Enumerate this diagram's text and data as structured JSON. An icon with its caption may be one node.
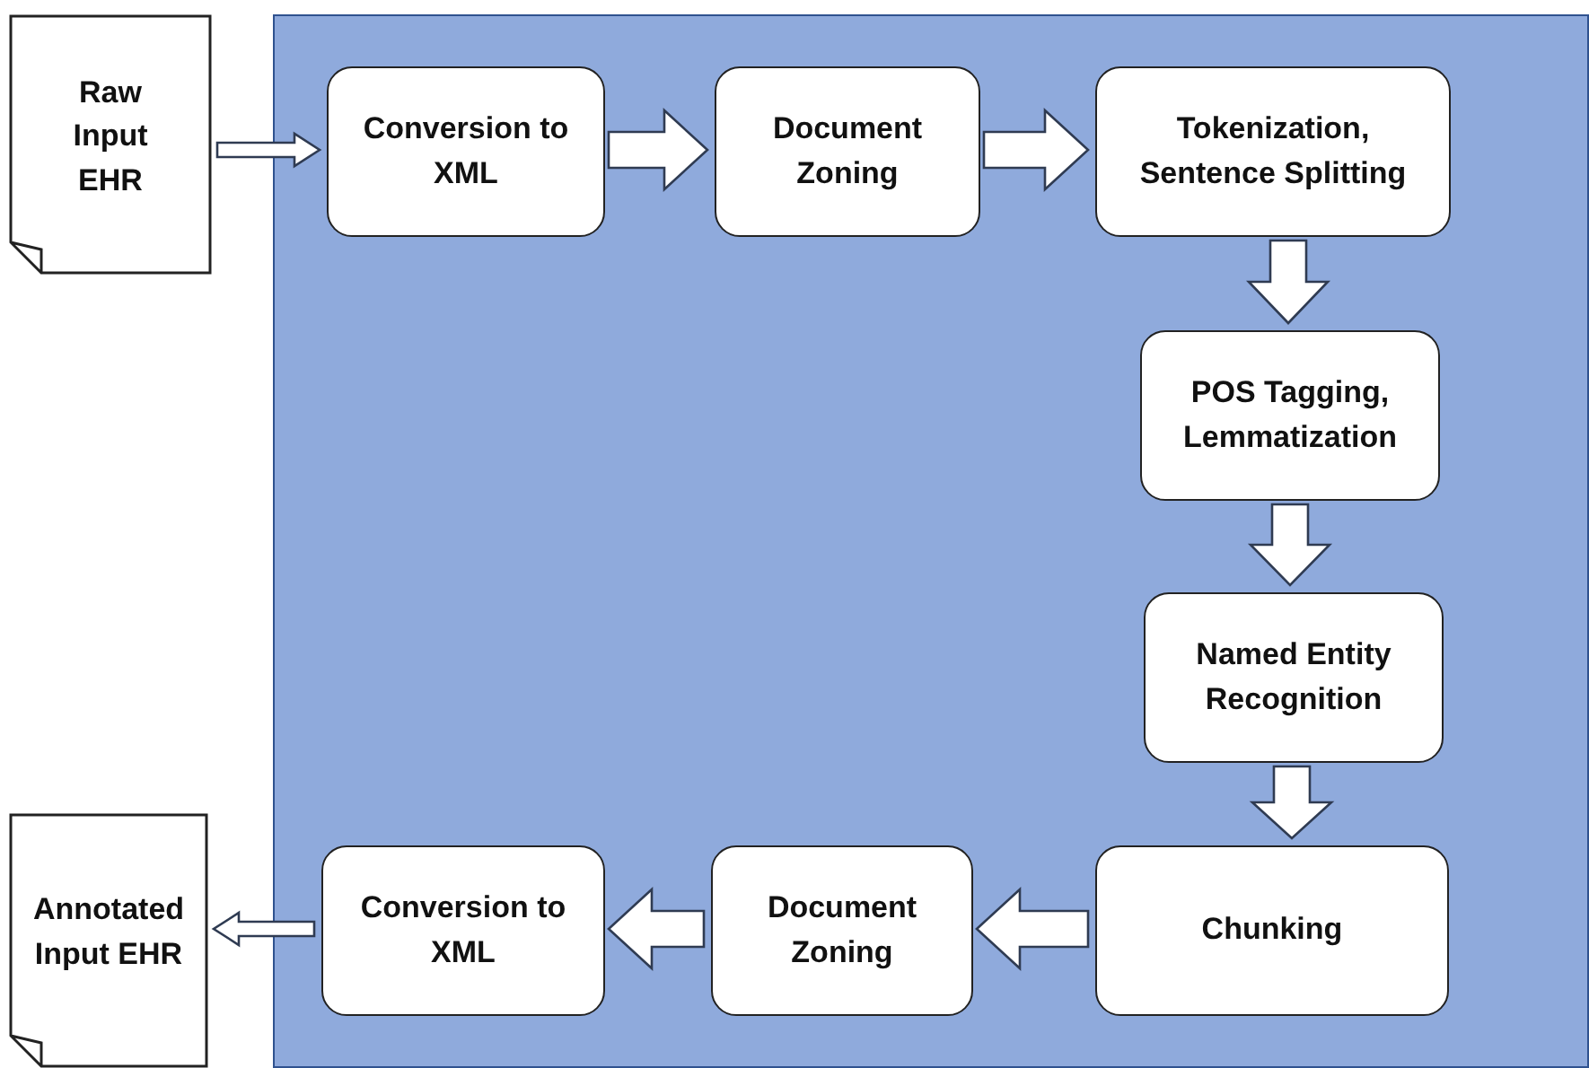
{
  "diagram": {
    "nodes": [
      {
        "text": [],
        "shape": "box"
      },
      {
        "text": [
          "Raw Input EHR"
        ]
      },
      {
        "text": [
          "Conversion to XML"
        ],
        "in": 0
      },
      {
        "text": [
          "Document Zoning"
        ],
        "in": 0
      },
      {
        "text": [
          "Tokenization, Sentence Splitting"
        ],
        "in": 0
      },
      {
        "text": [
          "POS Tagging, Lemmatization"
        ],
        "in": 0
      },
      {
        "text": [
          "Named Entity Recognition"
        ],
        "in": 0
      },
      {
        "text": [
          "Chunking"
        ],
        "in": 0
      },
      {
        "text": [
          "Document Zoning"
        ],
        "in": 0
      },
      {
        "text": [
          "Conversion to XML"
        ],
        "in": 0
      },
      {
        "text": [
          "Annotated Input EHR"
        ]
      }
    ],
    "edges": [
      {
        "from": 1,
        "to": 2,
        "arrow": "to"
      },
      {
        "from": 2,
        "to": 3,
        "arrow": "to",
        "style": "thick"
      },
      {
        "from": 3,
        "to": 4,
        "arrow": "to",
        "style": "thick"
      },
      {
        "from": 4,
        "to": 5,
        "arrow": "to",
        "style": "thick"
      },
      {
        "from": 5,
        "to": 6,
        "arrow": "to",
        "style": "thick"
      },
      {
        "from": 6,
        "to": 7,
        "arrow": "to",
        "style": "thick"
      },
      {
        "from": 7,
        "to": 8,
        "arrow": "to",
        "style": "thick"
      },
      {
        "from": 8,
        "to": 9,
        "arrow": "to",
        "style": "thick"
      },
      {
        "from": 9,
        "to": 10,
        "arrow": "to"
      }
    ]
  }
}
